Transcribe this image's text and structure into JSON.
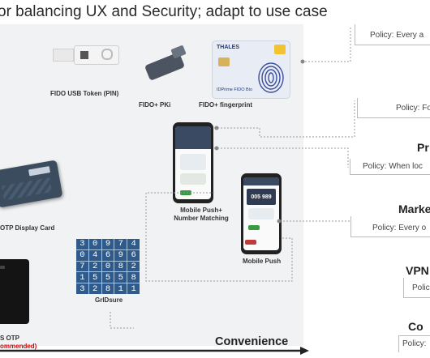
{
  "title": "or balancing UX and Security; adapt to use case",
  "devices": {
    "fido_usb": "FIDO USB Token (PIN)",
    "fido_pki": "FIDO+ PKi",
    "fido_fingerprint": "FIDO+ fingerprint",
    "fido_card_brand": "THALES",
    "fido_card_product": "IDPrime FIDO Bio",
    "otp_card": "OTP Display Card",
    "push_number": "Mobile Push+ Number Matching",
    "push": "Mobile Push",
    "push_code": "005 989",
    "gridsure": "GrIDsure",
    "sms_otp": "S OTP",
    "sms_note": "ommended)"
  },
  "grid_digits": [
    "3",
    "0",
    "9",
    "7",
    "4",
    "0",
    "4",
    "6",
    "9",
    "6",
    "7",
    "2",
    "0",
    "8",
    "2",
    "1",
    "5",
    "5",
    "5",
    "8",
    "3",
    "2",
    "8",
    "1",
    "1"
  ],
  "categories": [
    {
      "name": "",
      "policy": "Policy: Every a"
    },
    {
      "name": "",
      "policy": "Policy: Fo"
    },
    {
      "name": "Pr",
      "policy": "Policy: When loc"
    },
    {
      "name": "Marke",
      "policy": "Policy: Every o"
    },
    {
      "name": "VPN",
      "policy": "Polic"
    },
    {
      "name": "Co",
      "policy": "Policy:"
    }
  ],
  "axis": {
    "label": "Convenience"
  },
  "colors": {
    "panel": "#f1f2f4",
    "arrow": "#222222",
    "warning": "#cc0000"
  }
}
